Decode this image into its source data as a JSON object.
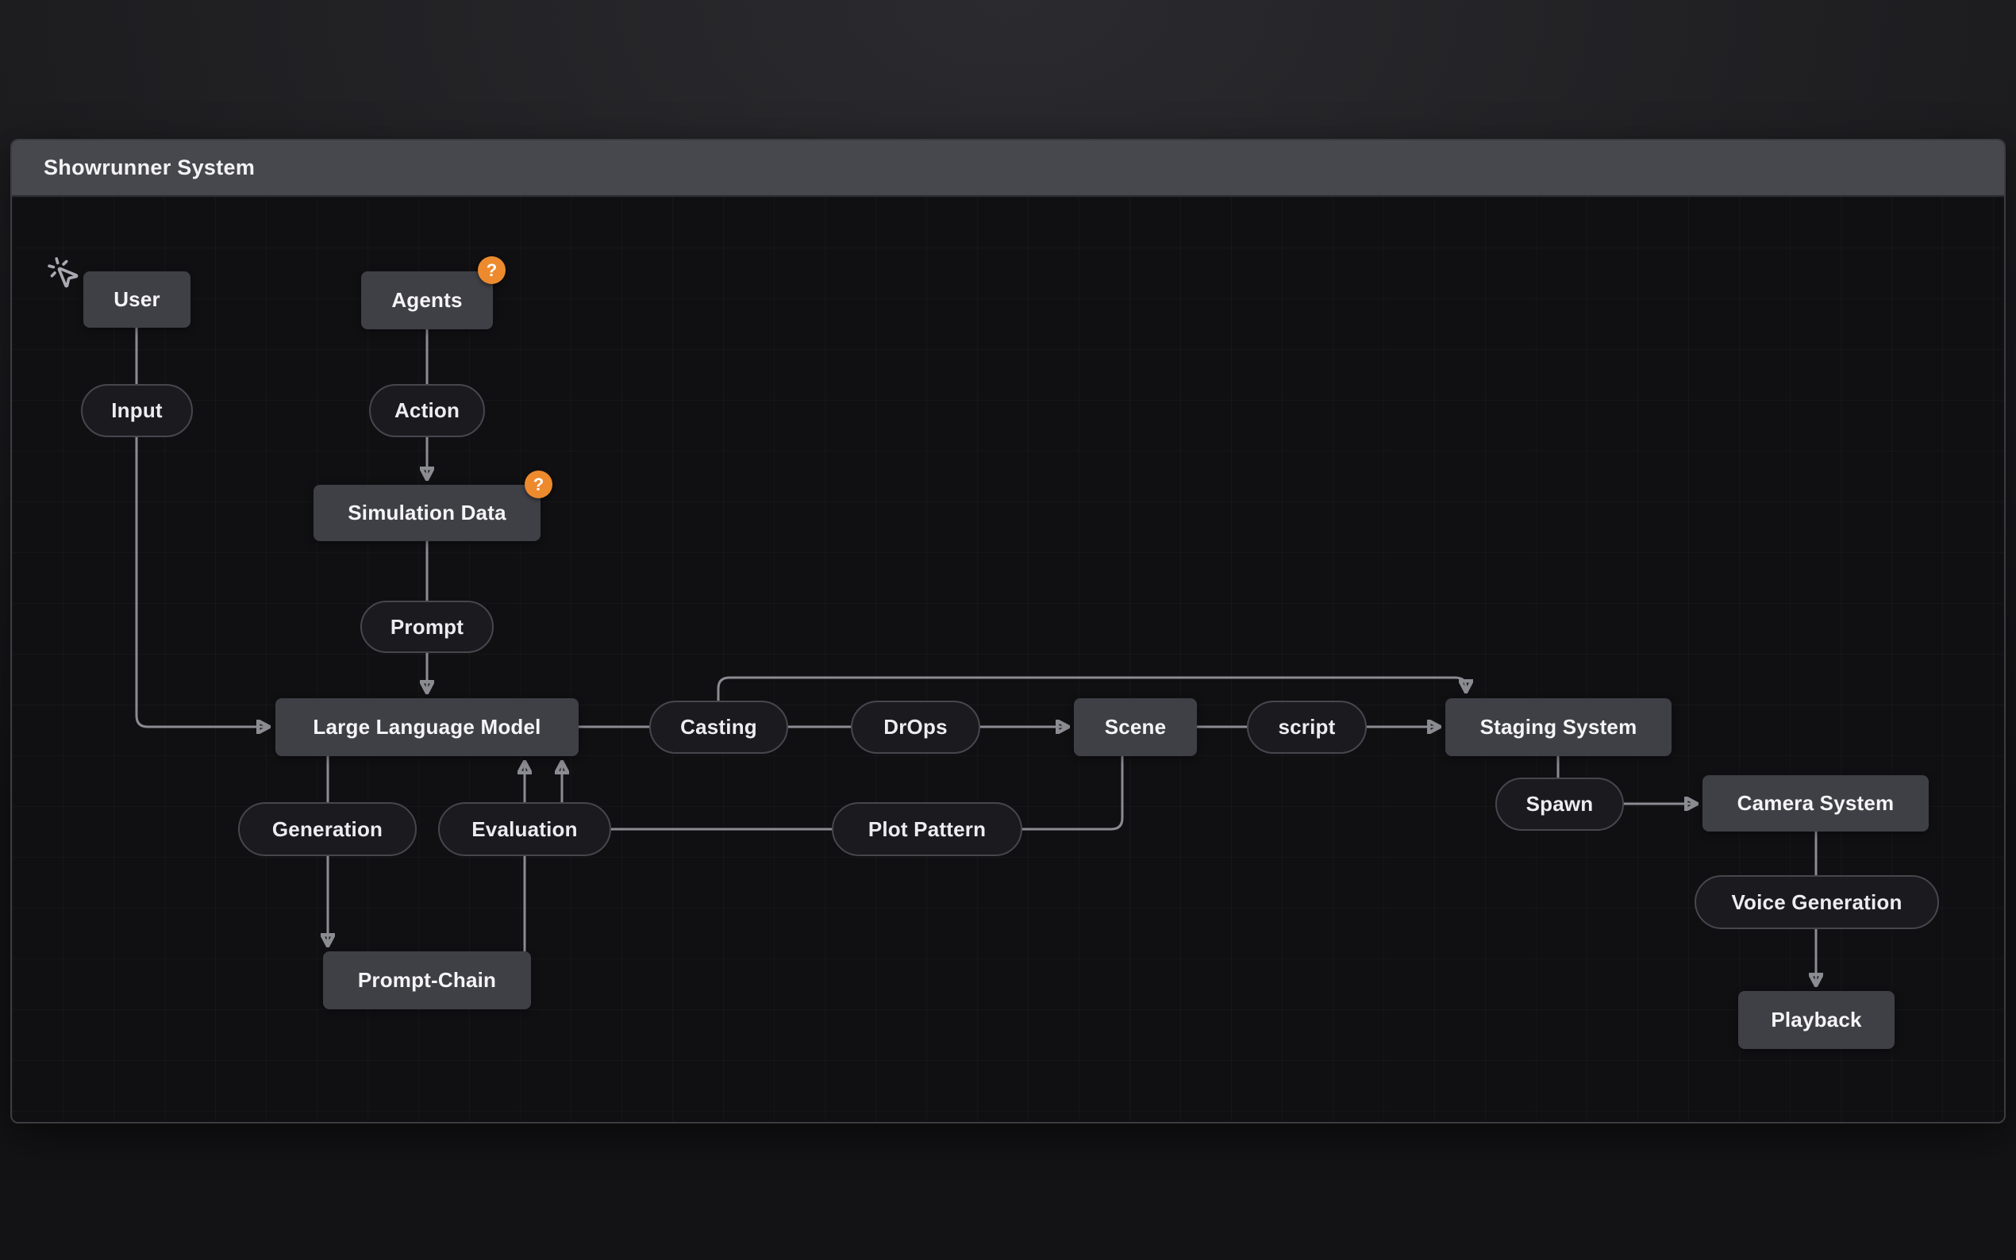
{
  "title_bar": {
    "title": "Showrunner System"
  },
  "nodes": {
    "user": "User",
    "agents": "Agents",
    "input": "Input",
    "action": "Action",
    "simulation_data": "Simulation Data",
    "prompt": "Prompt",
    "large_language_model": "Large Language Model",
    "casting": "Casting",
    "drops": "DrOps",
    "scene": "Scene",
    "script": "script",
    "staging_system": "Staging System",
    "generation": "Generation",
    "evaluation": "Evaluation",
    "plot_pattern": "Plot Pattern",
    "prompt_chain": "Prompt-Chain",
    "spawn": "Spawn",
    "camera_system": "Camera System",
    "voice_generation": "Voice Generation",
    "playback": "Playback"
  },
  "badges": {
    "help": "?"
  },
  "icons": {
    "cursor": "mouse-pointer-click-icon"
  },
  "edges": [
    {
      "from": "user",
      "via": "input",
      "to": "large_language_model"
    },
    {
      "from": "agents",
      "via": "action",
      "to": "simulation_data"
    },
    {
      "from": "simulation_data",
      "via": "prompt",
      "to": "large_language_model"
    },
    {
      "from": "large_language_model",
      "via": "drops",
      "to": "scene"
    },
    {
      "from": "large_language_model",
      "via": "casting",
      "to": "staging_system"
    },
    {
      "from": "scene",
      "via": "script",
      "to": "staging_system"
    },
    {
      "from": "large_language_model",
      "via": "generation",
      "to": "prompt_chain"
    },
    {
      "from": "prompt_chain",
      "via": "evaluation",
      "to": "large_language_model"
    },
    {
      "from": "scene",
      "via": "plot_pattern",
      "to": "large_language_model"
    },
    {
      "from": "staging_system",
      "via": "spawn",
      "to": "camera_system"
    },
    {
      "from": "camera_system",
      "via": "voice_generation",
      "to": "playback"
    }
  ],
  "colors": {
    "badge_orange": "#ED8A2E",
    "edge_gray": "#8B8B92",
    "node_fill": "#3F3F46",
    "title_bar_bg": "#47474E",
    "canvas_bg": "#101013"
  }
}
